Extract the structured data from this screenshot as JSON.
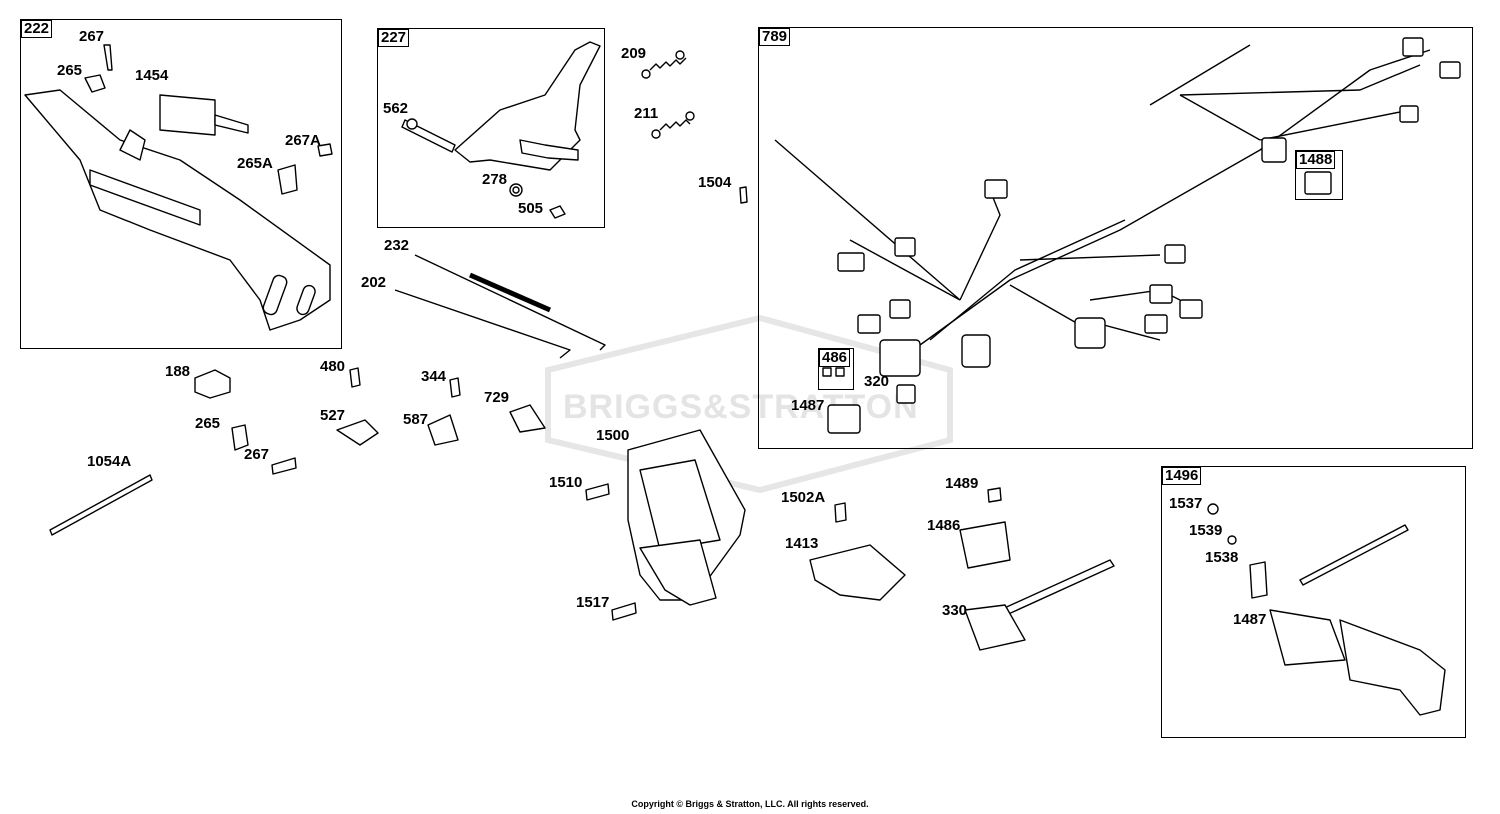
{
  "watermark": "BRIGGS&STRATTON",
  "copyright": "Copyright © Briggs & Stratton, LLC. All rights reserved.",
  "groups": {
    "g222": "222",
    "g227": "227",
    "g789": "789",
    "g1488": "1488",
    "g486": "486",
    "g1496": "1496"
  },
  "callouts": {
    "c267a": "267",
    "c265a": "265",
    "c1454": "1454",
    "c267A": "267A",
    "c265A": "265A",
    "c562": "562",
    "c278": "278",
    "c505": "505",
    "c209": "209",
    "c211": "211",
    "c1504": "1504",
    "c232": "232",
    "c202": "202",
    "c188": "188",
    "c480": "480",
    "c344": "344",
    "c729": "729",
    "c527": "527",
    "c587": "587",
    "c265b": "265",
    "c267b": "267",
    "c1054A": "1054A",
    "c1500": "1500",
    "c1510": "1510",
    "c1517": "1517",
    "c1502A": "1502A",
    "c1413": "1413",
    "c1489": "1489",
    "c1486": "1486",
    "c330": "330",
    "c320": "320",
    "c1487a": "1487",
    "c1537": "1537",
    "c1539": "1539",
    "c1538": "1538",
    "c1487b": "1487"
  }
}
